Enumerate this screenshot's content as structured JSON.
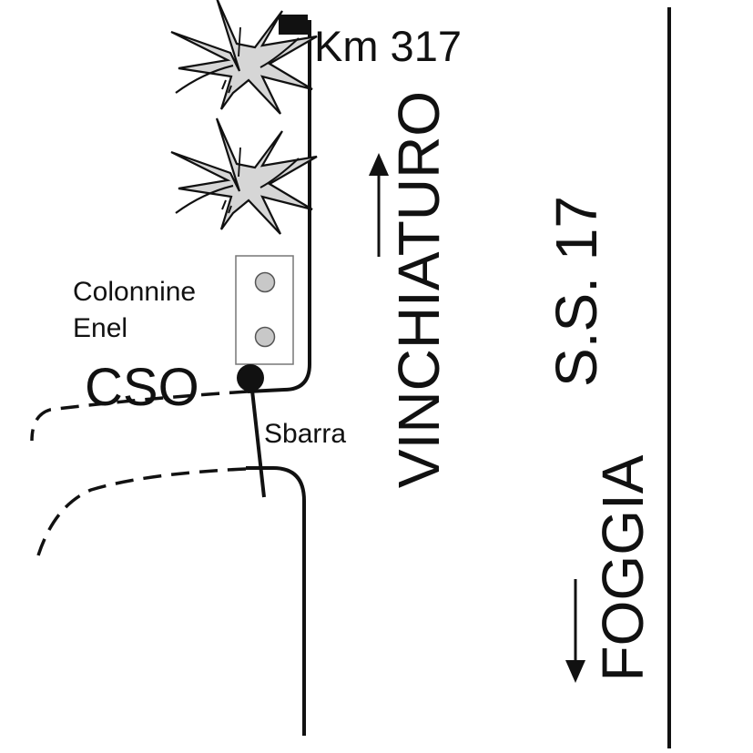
{
  "map": {
    "labels": {
      "km_marker": "Km 317",
      "direction_north": "VINCHIATURO",
      "road_name": "S.S. 17",
      "direction_south": "FOGGIA",
      "charging_stations": "Colonnine",
      "charging_stations_line2": "Enel",
      "site": "CSO",
      "barrier": "Sbarra"
    },
    "icons": {
      "tree_1": "tree-icon",
      "tree_2": "tree-icon",
      "charger_1": "charging-post-icon",
      "charger_2": "charging-post-icon",
      "site_dot": "location-dot-icon",
      "km_post": "km-post-icon"
    },
    "colors": {
      "ink": "#111111",
      "tree_fill": "#d6d6d6",
      "charger_fill": "#c8c8c8",
      "box_stroke": "#777777"
    }
  }
}
